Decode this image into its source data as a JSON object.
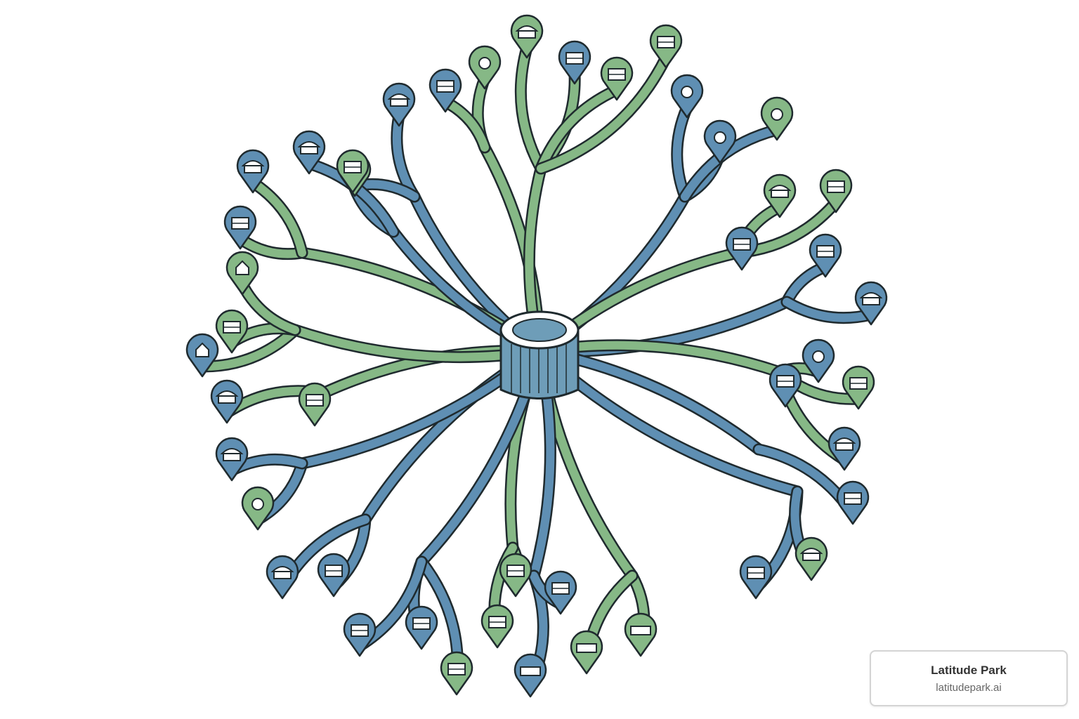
{
  "brand": {
    "name": "Latitude Park",
    "url": "latitudepark.ai"
  },
  "colors": {
    "blue": "#5f8fb3",
    "green": "#86b886",
    "outline": "#1f2a2e",
    "hub": "#6e9db8"
  },
  "diagram": {
    "hub": {
      "icon": "central-hub-stump"
    },
    "branches": [
      {
        "color": "blue",
        "pins": [
          {
            "icon": "store-awning-icon",
            "fill": "blue"
          },
          {
            "icon": "shop-front-icon",
            "fill": "green"
          }
        ]
      },
      {
        "color": "green",
        "pins": [
          {
            "icon": "location-ring-icon",
            "fill": "green"
          },
          {
            "icon": "shop-front-icon",
            "fill": "blue"
          }
        ]
      },
      {
        "color": "green",
        "pins": [
          {
            "icon": "market-stall-icon",
            "fill": "green"
          },
          {
            "icon": "people-icon",
            "fill": "blue"
          },
          {
            "icon": "kiosk-icon",
            "fill": "green"
          },
          {
            "icon": "signboard-icon",
            "fill": "green"
          }
        ]
      },
      {
        "color": "blue",
        "pins": [
          {
            "icon": "globe-pin-icon",
            "fill": "blue"
          },
          {
            "icon": "location-ring-icon",
            "fill": "blue"
          },
          {
            "icon": "location-ring-icon",
            "fill": "green"
          }
        ]
      },
      {
        "color": "green",
        "pins": [
          {
            "icon": "store-awning-icon",
            "fill": "green"
          },
          {
            "icon": "tree-icon",
            "fill": "green"
          },
          {
            "icon": "animal-icon",
            "fill": "blue"
          }
        ]
      },
      {
        "color": "blue",
        "pins": [
          {
            "icon": "storefront-icon",
            "fill": "blue"
          },
          {
            "icon": "store-awning-icon",
            "fill": "blue"
          }
        ]
      },
      {
        "color": "green",
        "pins": [
          {
            "icon": "location-ring-icon",
            "fill": "blue"
          },
          {
            "icon": "storefront-icon",
            "fill": "green"
          },
          {
            "icon": "storefront-icon",
            "fill": "blue"
          },
          {
            "icon": "store-awning-icon",
            "fill": "blue"
          }
        ]
      },
      {
        "color": "blue",
        "pins": [
          {
            "icon": "mail-icon",
            "fill": "blue"
          },
          {
            "icon": "store-awning-icon",
            "fill": "green"
          }
        ]
      },
      {
        "color": "blue",
        "pins": [
          {
            "icon": "ticket-booth-icon",
            "fill": "blue"
          }
        ]
      },
      {
        "color": "green",
        "pins": [
          {
            "icon": "drum-icon",
            "fill": "green"
          },
          {
            "icon": "drum-icon",
            "fill": "green"
          }
        ]
      },
      {
        "color": "blue",
        "pins": [
          {
            "icon": "drum-icon",
            "fill": "blue"
          },
          {
            "icon": "badge-icon",
            "fill": "blue"
          }
        ]
      },
      {
        "color": "green",
        "pins": [
          {
            "icon": "people-icon",
            "fill": "green"
          },
          {
            "icon": "lantern-icon",
            "fill": "green"
          }
        ]
      },
      {
        "color": "blue",
        "pins": [
          {
            "icon": "flower-icon",
            "fill": "green"
          },
          {
            "icon": "bird-icon",
            "fill": "blue"
          },
          {
            "icon": "cart-icon",
            "fill": "blue"
          }
        ]
      },
      {
        "color": "blue",
        "pins": [
          {
            "icon": "map-icon",
            "fill": "blue"
          },
          {
            "icon": "dome-icon",
            "fill": "blue"
          }
        ]
      },
      {
        "color": "blue",
        "pins": [
          {
            "icon": "location-ring-icon",
            "fill": "green"
          },
          {
            "icon": "store-awning-icon",
            "fill": "blue"
          }
        ]
      },
      {
        "color": "green",
        "pins": [
          {
            "icon": "storefront-icon",
            "fill": "green"
          },
          {
            "icon": "dome-icon",
            "fill": "blue"
          }
        ]
      },
      {
        "color": "green",
        "pins": [
          {
            "icon": "house-icon",
            "fill": "blue"
          },
          {
            "icon": "people-icon",
            "fill": "green"
          },
          {
            "icon": "tower-icon",
            "fill": "green"
          }
        ]
      },
      {
        "color": "green",
        "pins": [
          {
            "icon": "flower-icon",
            "fill": "blue"
          },
          {
            "icon": "store-awning-icon",
            "fill": "blue"
          }
        ]
      },
      {
        "color": "blue",
        "pins": [
          {
            "icon": "shop-front-icon",
            "fill": "green"
          },
          {
            "icon": "market-stall-icon",
            "fill": "blue"
          }
        ]
      }
    ]
  }
}
